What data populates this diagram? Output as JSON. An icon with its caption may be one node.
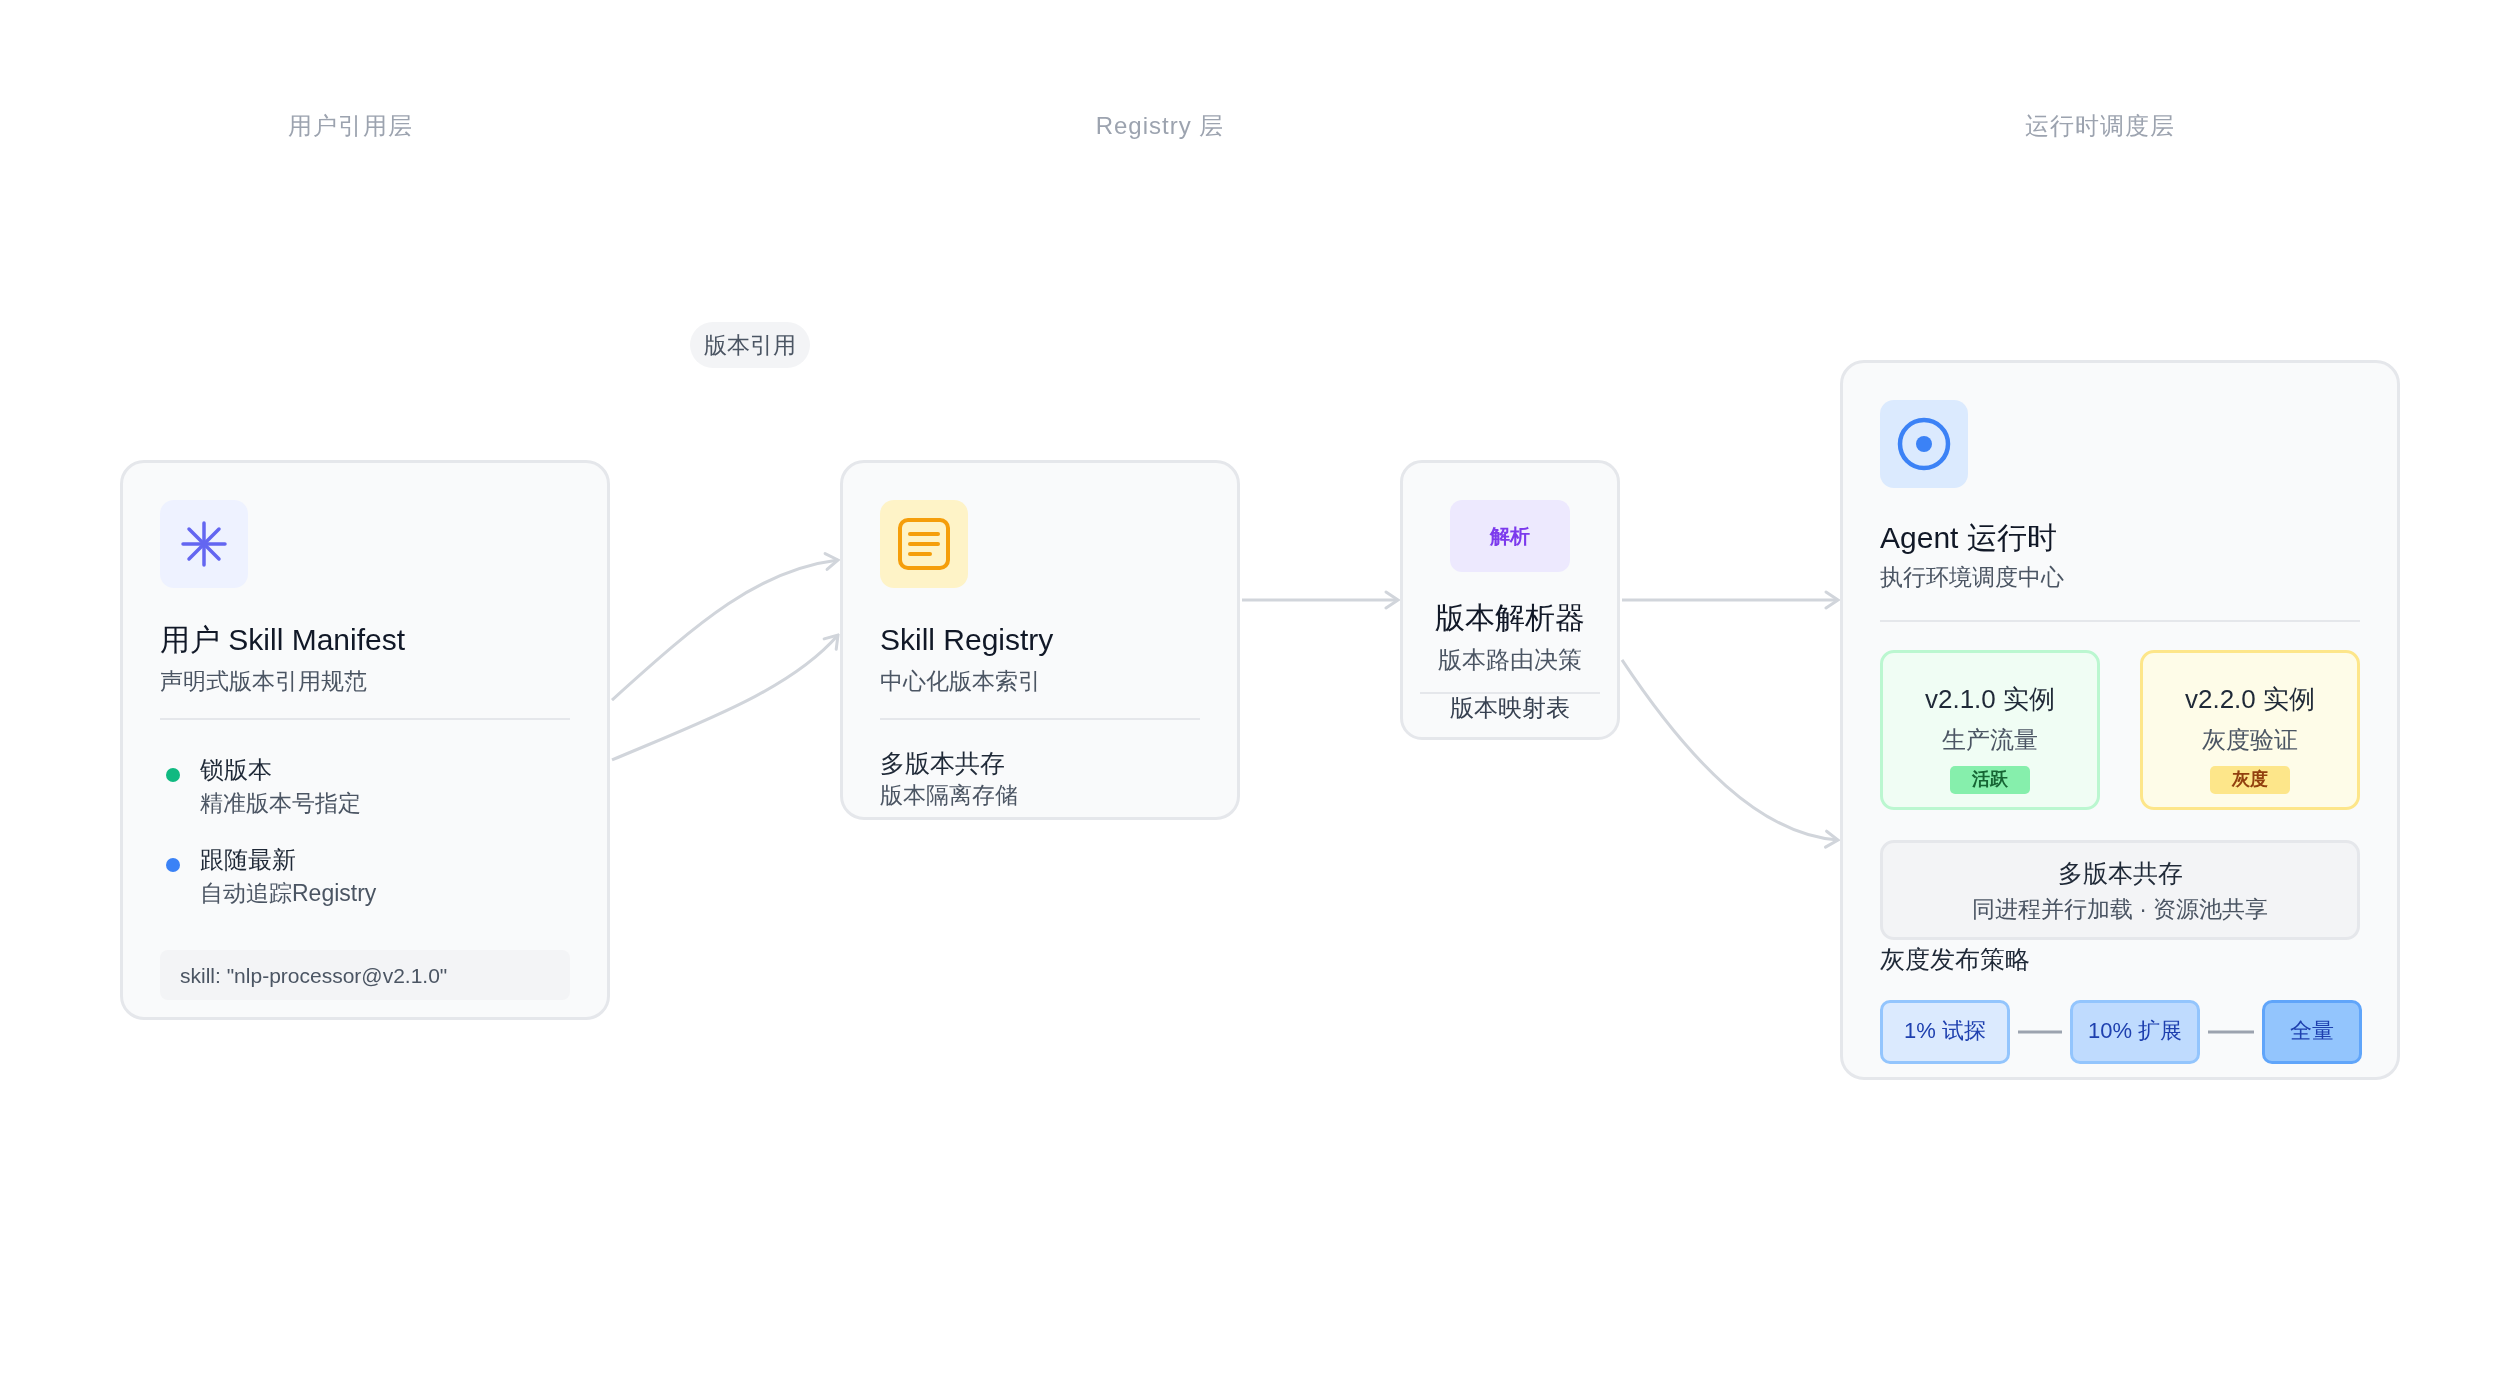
{
  "diagram": {
    "nodes": [
      {
        "text": [
          "版本引用"
        ]
      },
      {
        "text": [
          "用户 Skill Manifest",
          "声明式版本引用规范",
          "锁版本",
          "精准版本号指定",
          "跟随最新",
          "自动追踪Registry"
        ]
      },
      {
        "text": [
          "skill: \"nlp-processor@v2.1.0\""
        ],
        "in": 1
      },
      {
        "text": [
          "Skill Registry",
          "中心化版本索引",
          "多版本共存",
          "版本隔离存储"
        ]
      },
      {
        "text": [
          "版本解析器",
          "版本路由决策",
          "版本映射表"
        ]
      },
      {
        "text": [
          "解析"
        ],
        "in": 4
      },
      {
        "text": [
          "Agent 运行时",
          "执行环境调度中心",
          "灰度发布策略"
        ]
      },
      {
        "text": [
          "v2.1.0 实例",
          "生产流量"
        ],
        "in": 6
      },
      {
        "text": [
          "活跃"
        ],
        "in": 7
      },
      {
        "text": [
          "v2.2.0 实例",
          "灰度验证"
        ],
        "in": 6
      },
      {
        "text": [
          "灰度"
        ],
        "in": 9
      },
      {
        "text": [
          "多版本共存",
          "同进程并行加载 · 资源池共享"
        ],
        "in": 6
      },
      {
        "text": [
          "1% 试探"
        ],
        "in": 6
      },
      {
        "text": [
          "10% 扩展"
        ],
        "in": 6
      },
      {
        "text": [
          "全量"
        ],
        "in": 6
      }
    ],
    "edges": [
      {
        "from": 1,
        "to": 3,
        "arrow": "to"
      },
      {
        "from": 1,
        "to": 3,
        "arrow": "to"
      },
      {
        "from": 3,
        "to": 4,
        "arrow": "to"
      },
      {
        "from": 4,
        "to": 6,
        "arrow": "to"
      },
      {
        "from": 4,
        "to": 6,
        "arrow": "to"
      },
      {
        "from": 12,
        "to": 13,
        "arrow": "none",
        "color": "#9ca3af"
      },
      {
        "from": 13,
        "to": 14,
        "arrow": "none",
        "color": "#9ca3af"
      }
    ],
    "labels": [
      "用户引用层",
      "Registry 层",
      "运行时调度层"
    ]
  }
}
